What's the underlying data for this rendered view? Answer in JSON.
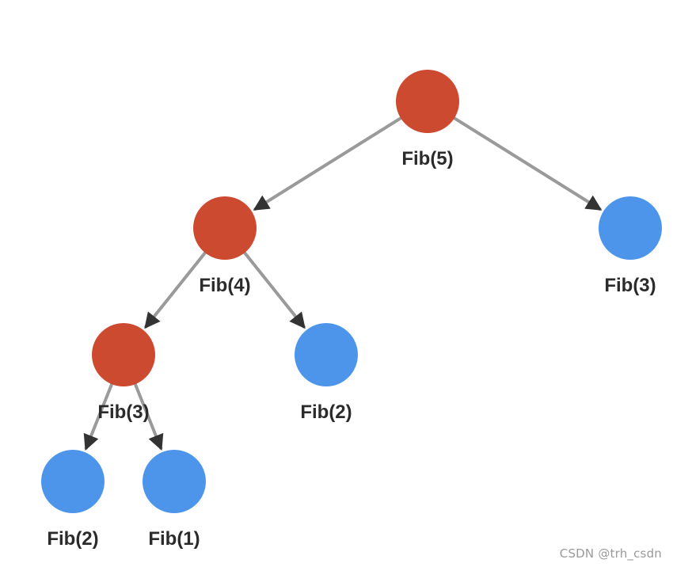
{
  "colors": {
    "visited": "#cc4a2f",
    "memoized": "#4c95eb",
    "edge": "#9a9a9a",
    "arrowhead": "#333333",
    "label": "#2b2b2b"
  },
  "diagram": {
    "nodes": [
      {
        "id": "n5",
        "label": "Fib(5)",
        "status": "visited"
      },
      {
        "id": "n4",
        "label": "Fib(4)",
        "status": "visited"
      },
      {
        "id": "n3r",
        "label": "Fib(3)",
        "status": "memoized"
      },
      {
        "id": "n3",
        "label": "Fib(3)",
        "status": "visited"
      },
      {
        "id": "n2r",
        "label": "Fib(2)",
        "status": "memoized"
      },
      {
        "id": "n2",
        "label": "Fib(2)",
        "status": "memoized"
      },
      {
        "id": "n1",
        "label": "Fib(1)",
        "status": "memoized"
      }
    ],
    "edges": [
      {
        "from": "n5",
        "to": "n4"
      },
      {
        "from": "n5",
        "to": "n3r"
      },
      {
        "from": "n4",
        "to": "n3"
      },
      {
        "from": "n4",
        "to": "n2r"
      },
      {
        "from": "n3",
        "to": "n2"
      },
      {
        "from": "n3",
        "to": "n1"
      }
    ]
  },
  "watermark": "CSDN @trh_csdn"
}
